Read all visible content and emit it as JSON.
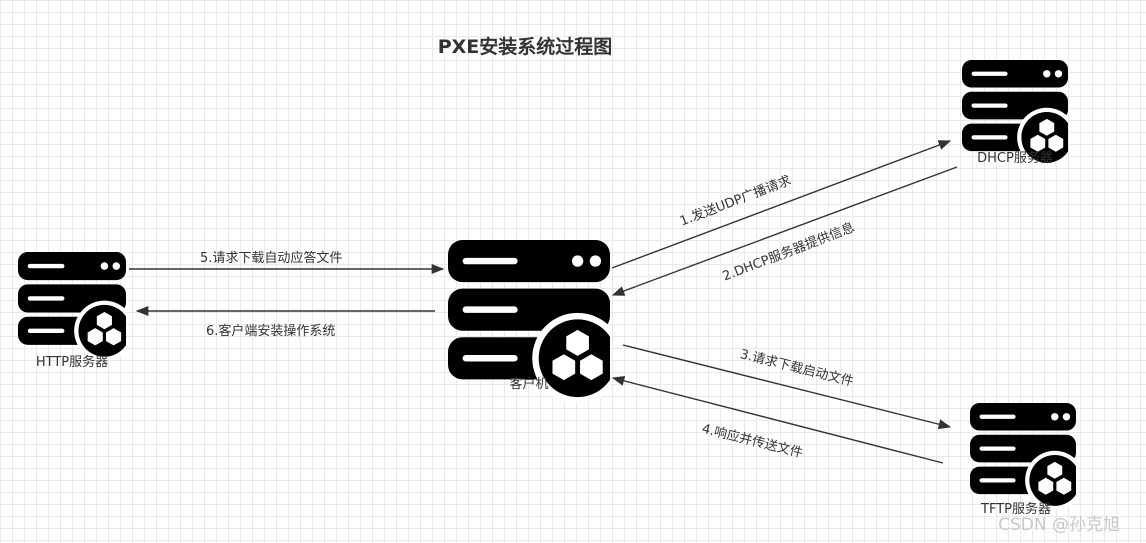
{
  "title": "PXE安装系统过程图",
  "nodes": {
    "dhcp_server": {
      "label": "DHCP服务器",
      "icon": "server-hexagon-icon"
    },
    "http_server": {
      "label": "HTTP服务器",
      "icon": "server-hexagon-icon"
    },
    "client": {
      "label": "客户机",
      "icon": "server-hexagon-icon"
    },
    "tftp_server": {
      "label": "TFTP服务器",
      "icon": "server-hexagon-icon"
    }
  },
  "edges": [
    {
      "label": "1.发送UDP广播请求",
      "from": "客户机",
      "to": "DHCP服务器"
    },
    {
      "label": "2.DHCP服务器提供信息",
      "from": "DHCP服务器",
      "to": "客户机"
    },
    {
      "label": "3.请求下载启动文件",
      "from": "客户机",
      "to": "TFTP服务器"
    },
    {
      "label": "4.响应并传送文件",
      "from": "TFTP服务器",
      "to": "客户机"
    },
    {
      "label": "5.请求下载自动应答文件",
      "from": "HTTP服务器",
      "to": "客户机"
    },
    {
      "label": "6.客户端安装操作系统",
      "from": "客户机",
      "to": "HTTP服务器"
    }
  ],
  "watermark": "CSDN @孙克旭",
  "colors": {
    "icon": "#000000",
    "line": "#333333",
    "grid": "#e9e9e9"
  }
}
